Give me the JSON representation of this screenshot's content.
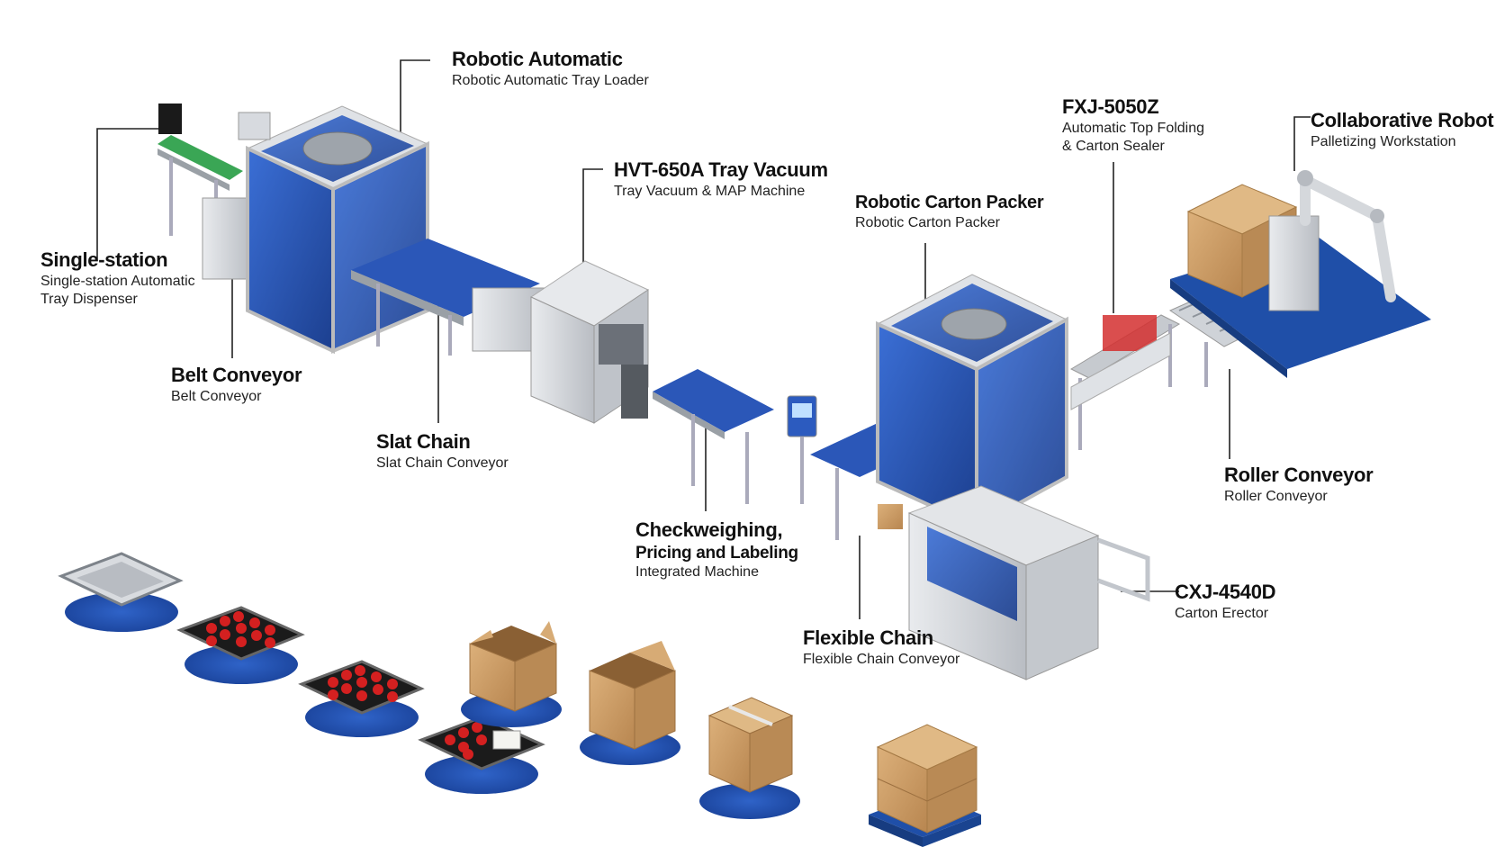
{
  "colors": {
    "accent_blue": "#1f4fa8",
    "glass_blue": "#2f5ec4",
    "frame_silver": "#c9ccd1",
    "leader_line": "#222222",
    "cardboard": "#c99a62",
    "tomato_red": "#d42020",
    "tray_black": "#1b1b1b",
    "belt_green": "#3aa655"
  },
  "labels": {
    "robotic_automatic": {
      "title": "Robotic Automatic",
      "sub1": "Robotic Automatic Tray Loader"
    },
    "single_station": {
      "title": "Single-station",
      "sub1": "Single-station Automatic",
      "sub2": "Tray Dispenser"
    },
    "belt_conveyor": {
      "title": "Belt Conveyor",
      "sub1": "Belt Conveyor"
    },
    "slat_chain": {
      "title": "Slat Chain",
      "sub1": "Slat Chain Conveyor"
    },
    "hvt_650a": {
      "title": "HVT-650A Tray Vacuum",
      "sub1": "Tray Vacuum & MAP Machine"
    },
    "checkweighing": {
      "title1": "Checkweighing,",
      "title2": "Pricing and Labeling",
      "sub1": "Integrated Machine"
    },
    "robotic_carton_packer": {
      "title": "Robotic Carton Packer",
      "sub1": "Robotic Carton Packer"
    },
    "fxj_5050z": {
      "title": "FXJ-5050Z",
      "sub1": "Automatic Top Folding",
      "sub2": "& Carton Sealer"
    },
    "collaborative_robot": {
      "title": "Collaborative Robot",
      "sub1": "Palletizing Workstation"
    },
    "roller_conveyor": {
      "title": "Roller Conveyor",
      "sub1": "Roller Conveyor"
    },
    "cxj_4540d": {
      "title": "CXJ-4540D",
      "sub1": "Carton Erector"
    },
    "flexible_chain": {
      "title": "Flexible Chain",
      "sub1": "Flexible Chain Conveyor"
    }
  },
  "icons": [
    "empty-tray-icon",
    "filled-tray-icon",
    "labeled-tray-icon",
    "open-carton-icon",
    "sealed-carton-icon",
    "pallet-stack-icon",
    "robot-arm-icon"
  ]
}
